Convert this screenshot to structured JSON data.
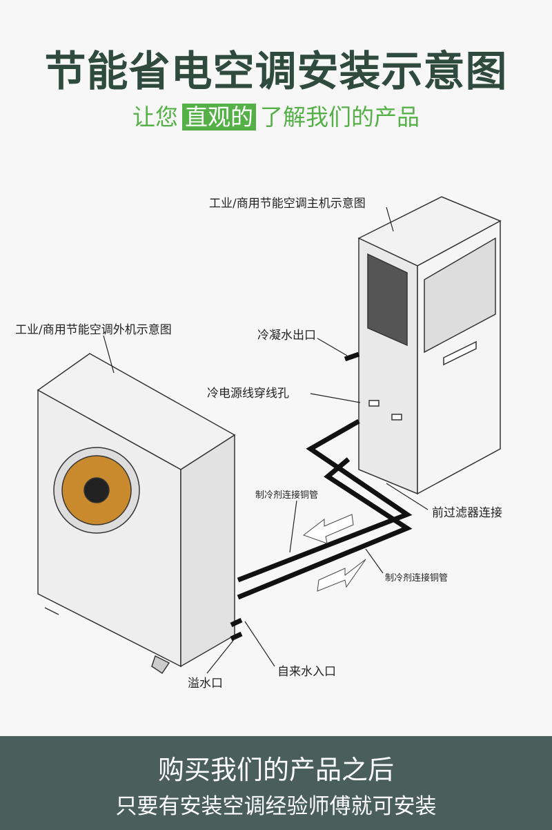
{
  "header": {
    "title": "节能省电空调安装示意图",
    "subtitle_pre": "让您",
    "subtitle_highlight": "直观的",
    "subtitle_post": "了解我们的产品"
  },
  "labels": {
    "indoor_unit": "工业/商用节能空调主机示意图",
    "outdoor_unit": "工业/商用节能空调外机示意图",
    "condensate_outlet": "冷凝水出口",
    "power_cable_hole": "冷电源线穿线孔",
    "refrigerant_pipe_1": "制冷剂连接铜管",
    "front_filter": "前过滤器连接",
    "refrigerant_pipe_2": "制冷剂连接铜管",
    "water_inlet": "自来水入口",
    "overflow": "溢水口"
  },
  "footer": {
    "line1": "购买我们的产品之后",
    "line2": "只要有安装空调经验师傅就可安装"
  },
  "colors": {
    "title": "#2f4a3f",
    "accent": "#55b047",
    "band": "#4a5f5c"
  }
}
